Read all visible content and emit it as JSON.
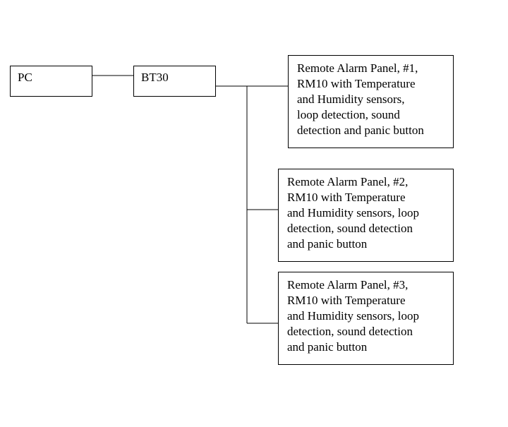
{
  "nodes": {
    "pc": {
      "label": "PC"
    },
    "bt30": {
      "label": "BT30"
    },
    "panel1": {
      "lines": [
        "Remote Alarm Panel, #1,",
        "RM10 with Temperature",
        "and Humidity sensors,",
        "loop detection, sound",
        "detection and panic button"
      ]
    },
    "panel2": {
      "lines": [
        "Remote Alarm Panel, #2,",
        "RM10 with Temperature",
        "and Humidity sensors, loop",
        "detection, sound detection",
        "and panic button"
      ]
    },
    "panel3": {
      "lines": [
        "Remote Alarm Panel, #3,",
        "RM10 with Temperature",
        "and Humidity sensors, loop",
        "detection, sound detection",
        "and panic button"
      ]
    }
  },
  "edges": [
    {
      "from": "pc",
      "to": "bt30"
    },
    {
      "from": "bt30",
      "to": "panel1"
    },
    {
      "from": "bt30",
      "to": "panel2"
    },
    {
      "from": "bt30",
      "to": "panel3"
    }
  ]
}
